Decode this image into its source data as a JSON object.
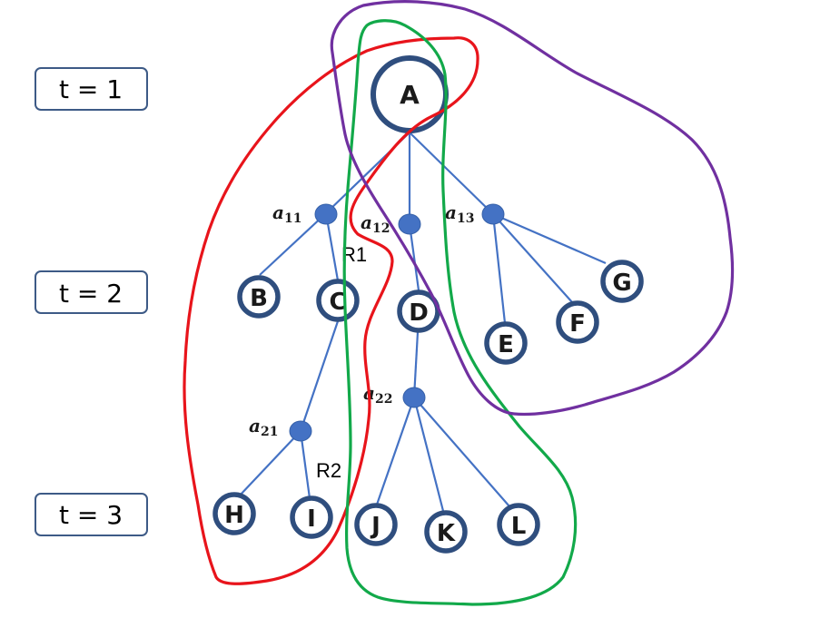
{
  "time_steps": [
    {
      "id": "t1",
      "label": "t = 1"
    },
    {
      "id": "t2",
      "label": "t = 2"
    },
    {
      "id": "t3",
      "label": "t = 3"
    }
  ],
  "nodes": [
    {
      "id": "A",
      "label": "A"
    },
    {
      "id": "B",
      "label": "B"
    },
    {
      "id": "C",
      "label": "C"
    },
    {
      "id": "D",
      "label": "D"
    },
    {
      "id": "E",
      "label": "E"
    },
    {
      "id": "F",
      "label": "F"
    },
    {
      "id": "G",
      "label": "G"
    },
    {
      "id": "H",
      "label": "H"
    },
    {
      "id": "I",
      "label": "I"
    },
    {
      "id": "J",
      "label": "J"
    },
    {
      "id": "K",
      "label": "K"
    },
    {
      "id": "L",
      "label": "L"
    }
  ],
  "actions": [
    {
      "id": "a11",
      "base": "a",
      "sub": "11"
    },
    {
      "id": "a12",
      "base": "a",
      "sub": "12"
    },
    {
      "id": "a13",
      "base": "a",
      "sub": "13"
    },
    {
      "id": "a21",
      "base": "a",
      "sub": "21"
    },
    {
      "id": "a22",
      "base": "a",
      "sub": "22"
    }
  ],
  "edge_labels": {
    "r1": "R1",
    "r2": "R2"
  },
  "regions": [
    {
      "id": "red",
      "color": "#e8141b"
    },
    {
      "id": "green",
      "color": "#12a94a"
    },
    {
      "id": "purple",
      "color": "#7030a0"
    }
  ]
}
